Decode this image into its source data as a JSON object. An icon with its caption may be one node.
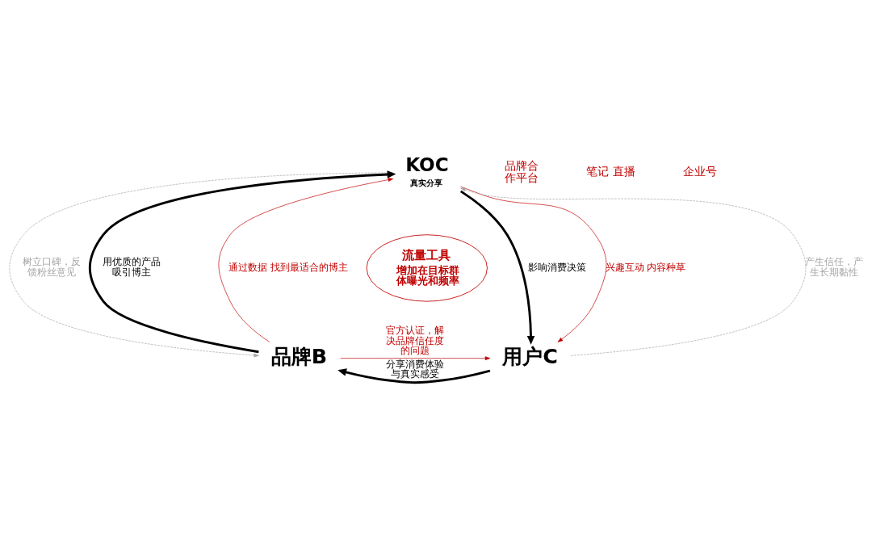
{
  "diagram": {
    "nodes": [
      {
        "text": [
          "KOC",
          "真实分享"
        ]
      },
      {
        "text": [
          "品牌B"
        ]
      },
      {
        "text": [
          "用户C"
        ]
      },
      {
        "text": [
          "流量工具",
          "增加在目标群体曝光和频率"
        ]
      }
    ],
    "edges": [
      {
        "from": 1,
        "to": 0,
        "arrow": "to",
        "label": "用优质的产品吸引博主",
        "style": "thick"
      },
      {
        "from": 0,
        "to": 1,
        "arrow": "to",
        "label": "树立口碑，反馈粉丝意见",
        "style": "dashed",
        "color": "#a6a6a6"
      },
      {
        "from": 0,
        "to": 2,
        "arrow": "to",
        "label": "影响消费决策",
        "style": "thick"
      },
      {
        "from": 2,
        "to": 0,
        "arrow": "to",
        "label": "产生信任，产生长期黏性",
        "style": "dashed",
        "color": "#a6a6a6"
      },
      {
        "from": 2,
        "to": 1,
        "arrow": "to",
        "label": "分享消费体验与真实感受",
        "style": "thick"
      },
      {
        "from": 1,
        "to": 0,
        "arrow": "to",
        "label": "通过数据 找到最适合的博主",
        "color": "#c00000"
      },
      {
        "from": 0,
        "to": 2,
        "arrow": "to",
        "label": "兴趣互动 内容种草",
        "color": "#c00000"
      },
      {
        "from": 1,
        "to": 2,
        "arrow": "to",
        "label": "官方认证，解决品牌信任度的问题",
        "color": "#c00000"
      }
    ],
    "labels": [
      "品牌合作平台",
      "笔记 直播",
      "企业号"
    ]
  }
}
